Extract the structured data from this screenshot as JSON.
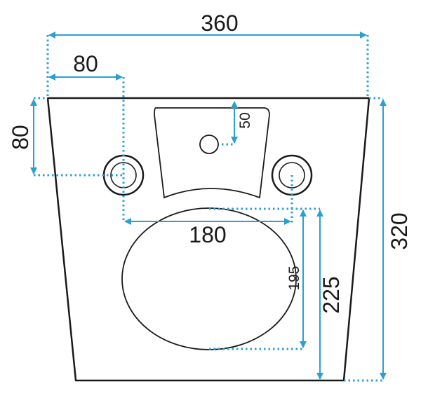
{
  "dimensions": {
    "overall_width": "360",
    "hole_offset": "80",
    "hole_height": "80",
    "tap_hole_depth": "50",
    "hole_spacing": "180",
    "bowl_length": "195",
    "bowl_offset": "225",
    "overall_depth": "320"
  },
  "colors": {
    "dimension_line": "#2b9fd2",
    "outline": "#1a1a1a"
  }
}
